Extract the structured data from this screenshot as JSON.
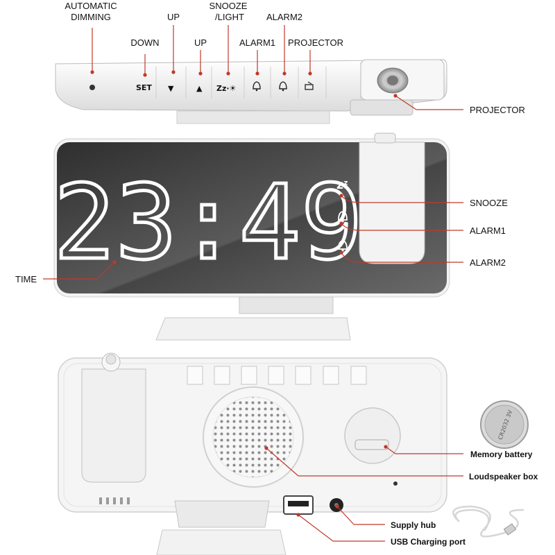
{
  "top_view": {
    "labels": {
      "automatic_dimming_line1": "AUTOMATIC",
      "automatic_dimming_line2": "DIMMING",
      "down": "DOWN",
      "up_1": "UP",
      "up_2": "UP",
      "snooze_light_line1": "SNOOZE",
      "snooze_light_line2": "/LIGHT",
      "alarm1": "ALARM1",
      "alarm2": "ALARM2",
      "projector_top": "PROJECTOR",
      "projector_side": "PROJECTOR"
    },
    "button_glyphs": {
      "set": "SET",
      "down": "▼",
      "up": "▲",
      "snooze": "Zz·☀"
    }
  },
  "front_view": {
    "time_display": "23:49",
    "snooze_indicator": "zᶻ",
    "labels": {
      "time": "TIME",
      "snooze": "SNOOZE",
      "alarm1": "ALARM1",
      "alarm2": "ALARM2"
    }
  },
  "back_view": {
    "battery_text": "CR2032 3V",
    "labels": {
      "memory_battery": "Memory battery",
      "loudspeaker_box": "Loudspeaker box",
      "supply_hub": "Supply hub",
      "usb_charging_port": "USB Charging port"
    }
  },
  "colors": {
    "leader_line": "#c0392b",
    "mirror_dark": "#3a3a3a",
    "led": "#ffffff",
    "body": "#f4f4f4"
  }
}
